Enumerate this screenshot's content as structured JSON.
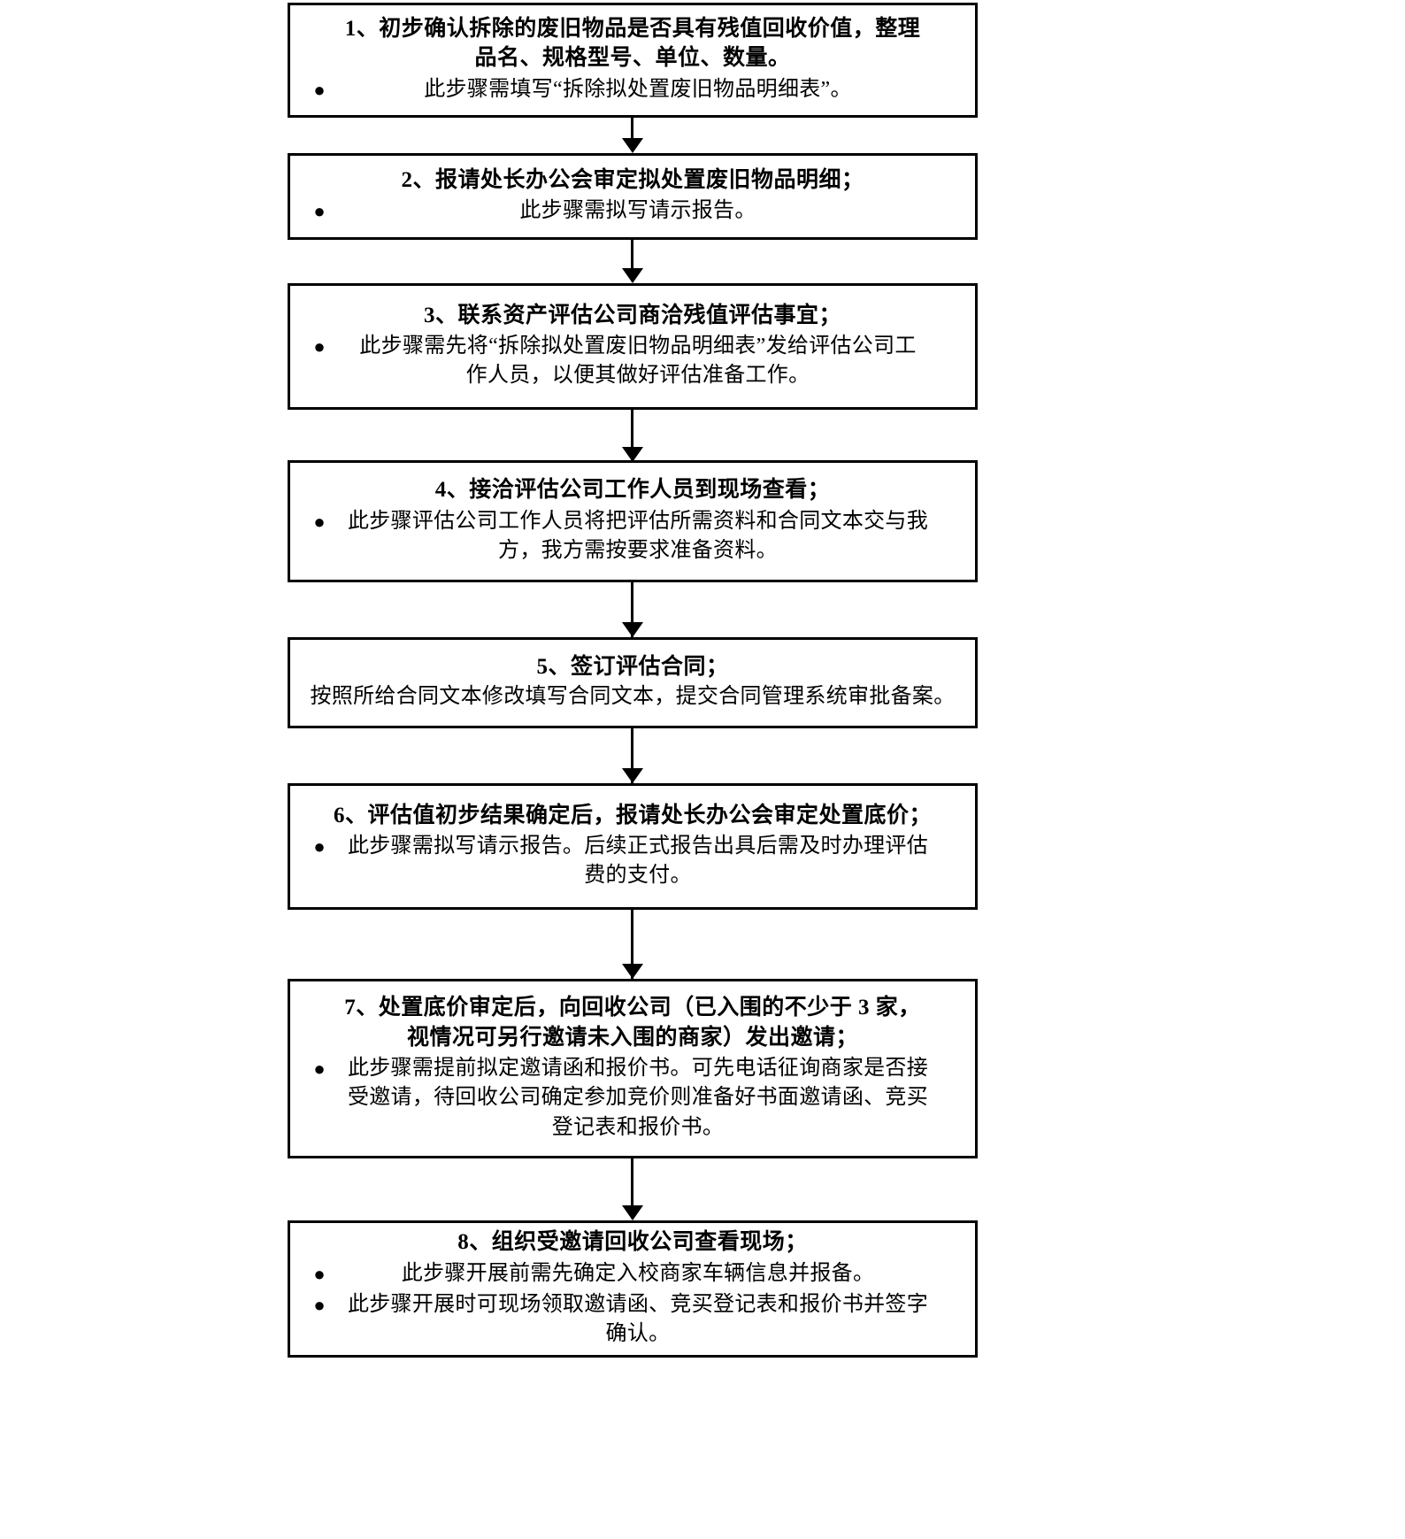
{
  "document": {
    "type": "flowchart",
    "orientation": "vertical",
    "language": "zh-CN",
    "background_color": "#ffffff",
    "line_color": "#000000",
    "bullet_glyph": "●"
  },
  "steps": [
    {
      "id": "step-1",
      "title": "1、初步确认拆除的废旧物品是否具有残值回收价值，整理\n品名、规格型号、单位、数量。",
      "bullets": [
        "此步骤需填写“拆除拟处置废旧物品明细表”。"
      ],
      "plain": []
    },
    {
      "id": "step-2",
      "title": "2、报请处长办公会审定拟处置废旧物品明细；",
      "bullets": [
        "此步骤需拟写请示报告。"
      ],
      "plain": []
    },
    {
      "id": "step-3",
      "title": "3、联系资产评估公司商洽残值评估事宜；",
      "bullets": [
        "此步骤需先将“拆除拟处置废旧物品明细表”发给评估公司工\n作人员，以便其做好评估准备工作。"
      ],
      "plain": []
    },
    {
      "id": "step-4",
      "title": "4、接洽评估公司工作人员到现场查看；",
      "bullets": [
        "此步骤评估公司工作人员将把评估所需资料和合同文本交与我\n方，我方需按要求准备资料。"
      ],
      "plain": []
    },
    {
      "id": "step-5",
      "title": "5、签订评估合同；",
      "bullets": [],
      "plain": [
        "按照所给合同文本修改填写合同文本，提交合同管理系统审批备案。"
      ]
    },
    {
      "id": "step-6",
      "title": "6、评估值初步结果确定后，报请处长办公会审定处置底价；",
      "bullets": [
        "此步骤需拟写请示报告。后续正式报告出具后需及时办理评估\n费的支付。"
      ],
      "plain": []
    },
    {
      "id": "step-7",
      "title": "7、处置底价审定后，向回收公司（已入围的不少于 3 家，\n视情况可另行邀请未入围的商家）发出邀请；",
      "bullets": [
        "此步骤需提前拟定邀请函和报价书。可先电话征询商家是否接\n受邀请，待回收公司确定参加竞价则准备好书面邀请函、竞买\n登记表和报价书。"
      ],
      "plain": []
    },
    {
      "id": "step-8",
      "title": "8、组织受邀请回收公司查看现场；",
      "bullets": [
        "此步骤开展前需先确定入校商家车辆信息并报备。",
        "此步骤开展时可现场领取邀请函、竞买登记表和报价书并签字\n确认。"
      ],
      "plain": []
    }
  ],
  "connectors": [
    {
      "id": "connector-1-2",
      "from": "step-1",
      "to": "step-2"
    },
    {
      "id": "connector-2-3",
      "from": "step-2",
      "to": "step-3"
    },
    {
      "id": "connector-3-4",
      "from": "step-3",
      "to": "step-4"
    },
    {
      "id": "connector-4-5",
      "from": "step-4",
      "to": "step-5"
    },
    {
      "id": "connector-5-6",
      "from": "step-5",
      "to": "step-6"
    },
    {
      "id": "connector-6-7",
      "from": "step-6",
      "to": "step-7"
    },
    {
      "id": "connector-7-8",
      "from": "step-7",
      "to": "step-8"
    }
  ]
}
